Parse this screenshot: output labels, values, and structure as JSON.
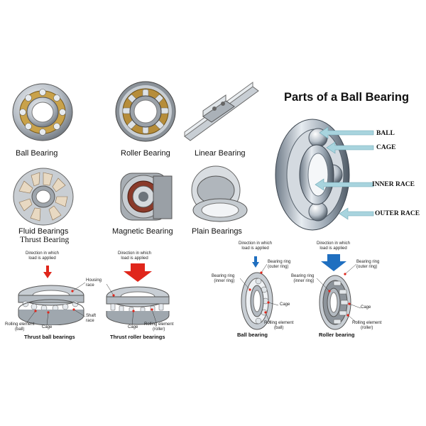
{
  "top_gallery": {
    "items": [
      {
        "caption": "Ball Bearing"
      },
      {
        "caption": "Roller Bearing"
      },
      {
        "caption": "Linear Bearing"
      },
      {
        "caption": "Fluid Bearings"
      },
      {
        "caption": "Magnetic Bearing"
      },
      {
        "caption": "Plain Bearings"
      }
    ],
    "thrust_caption": "Thrust Bearing"
  },
  "parts_diagram": {
    "title": "Parts of a Ball Bearing",
    "labels": [
      "BALL",
      "CAGE",
      "INNER RACE",
      "OUTER RACE"
    ],
    "arrow_color": "#a8d4de"
  },
  "thrust_diagrams": {
    "direction_note": "Direction in which\nload is applied",
    "ball": {
      "labels": {
        "housing_race": "Housing\nrace",
        "shaft_race": "Shaft\nrace",
        "rolling_element": "Rolling element\n(ball)",
        "cage": "Cage"
      },
      "subtitle": "Thrust ball bearings"
    },
    "roller": {
      "labels": {
        "cage": "Cage",
        "rolling_element": "Rolling element\n(roller)"
      },
      "subtitle": "Thrust roller bearings"
    },
    "arrow_color": "#e0261b"
  },
  "radial_diagrams": {
    "direction_note": "Direction in which\nload is applied",
    "ball": {
      "labels": {
        "outer_ring": "Bearing ring\n(outer ring)",
        "inner_ring": "Bearing ring\n(inner ring)",
        "cage": "Cage",
        "rolling_element": "Rolling element\n(ball)"
      },
      "subtitle": "Ball bearing"
    },
    "roller": {
      "labels": {
        "outer_ring": "Bearing ring\n(outer ring)",
        "inner_ring": "Bearing ring\n(inner ring)",
        "cage": "Cage",
        "rolling_element": "Rolling element\n(roller)"
      },
      "subtitle": "Roller bearing"
    },
    "arrow_color": "#1f6fc0"
  }
}
